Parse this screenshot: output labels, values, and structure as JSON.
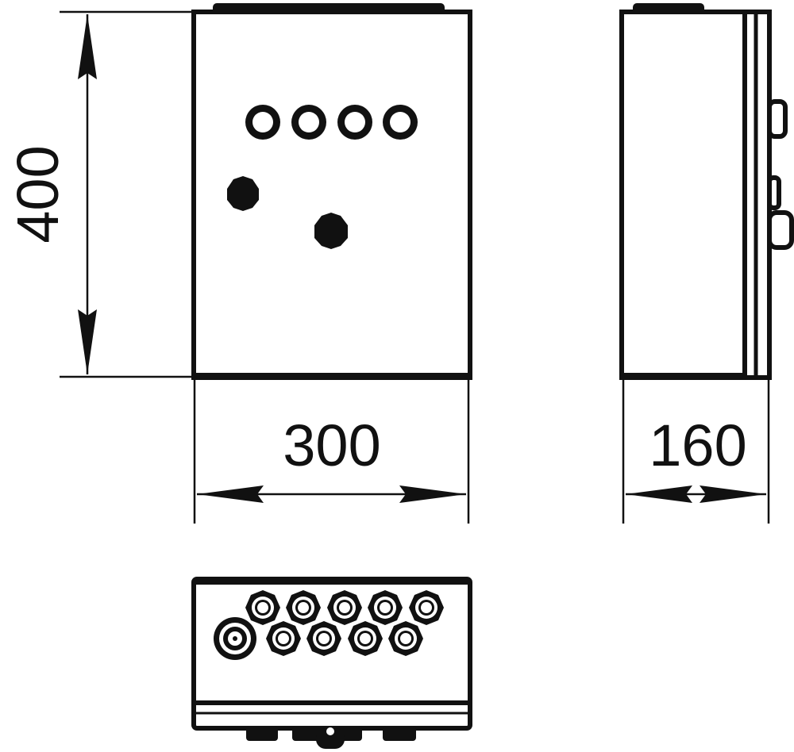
{
  "dimensions": {
    "height_label": "400",
    "width_label": "300",
    "depth_label": "160"
  },
  "colors": {
    "line": "#111111",
    "background": "#ffffff"
  },
  "views": {
    "front": {
      "indicator_lamps": 4,
      "push_buttons": 2
    },
    "side": {
      "hinges": 3
    },
    "bottom": {
      "cable_glands_large": 1,
      "cable_glands_small": 9
    }
  }
}
